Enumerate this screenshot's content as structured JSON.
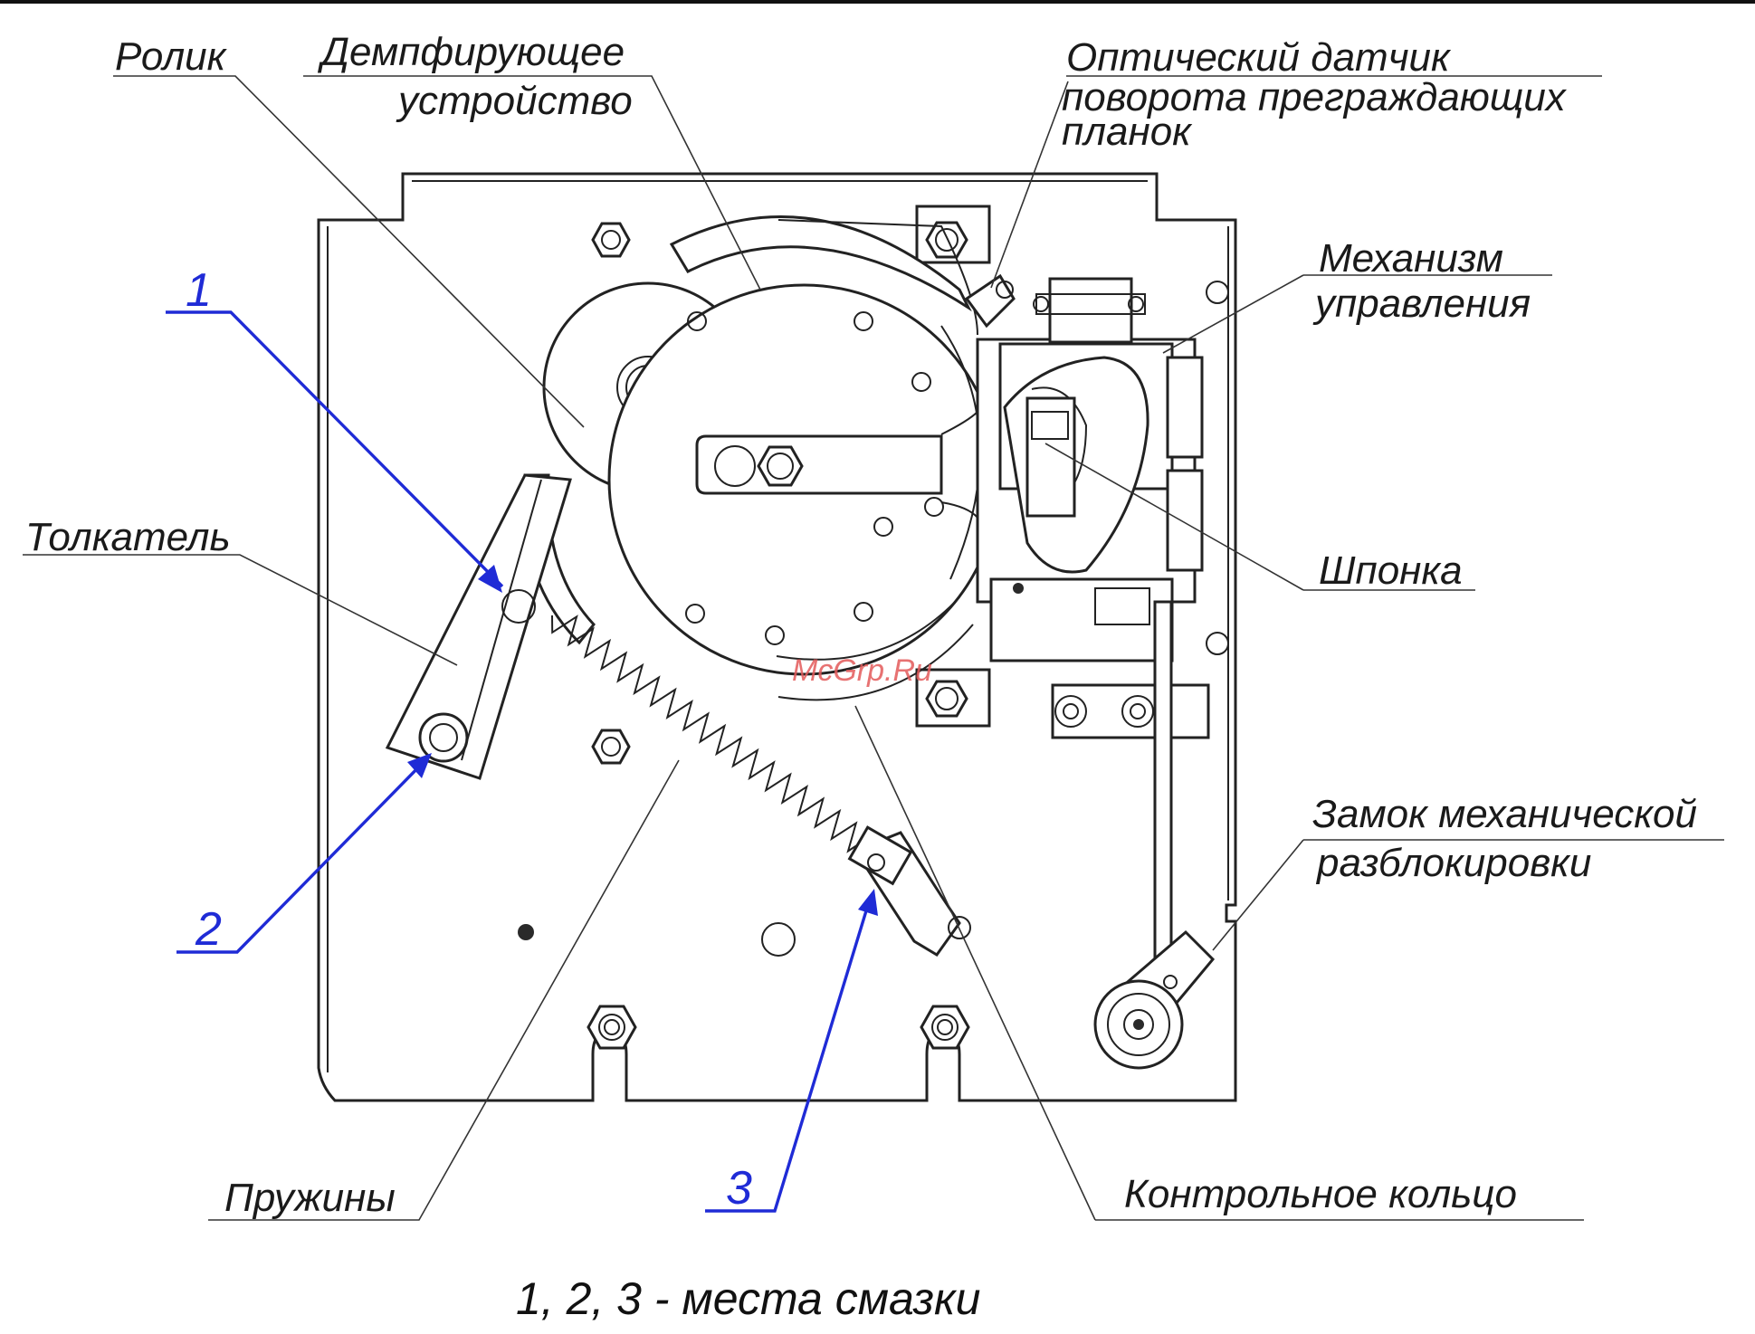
{
  "labels": {
    "roller": "Ролик",
    "damper_line1": "Демпфирующее",
    "damper_line2": "устройство",
    "sensor_line1": "Оптический датчик",
    "sensor_line2": "поворота преграждающих",
    "sensor_line3": "планок",
    "control_line1": "Механизм",
    "control_line2": "управления",
    "pusher": "Толкатель",
    "key": "Шпонка",
    "lock_line1": "Замок механической",
    "lock_line2": "разблокировки",
    "springs": "Пружины",
    "ring": "Контрольное кольцо"
  },
  "callouts": {
    "c1": "1",
    "c2": "2",
    "c3": "3"
  },
  "caption": "1, 2, 3 - места смазки",
  "watermark": "McGrp.Ru",
  "colors": {
    "callout_blue": "#1f2bd6",
    "watermark_red": "#e35a5a"
  }
}
